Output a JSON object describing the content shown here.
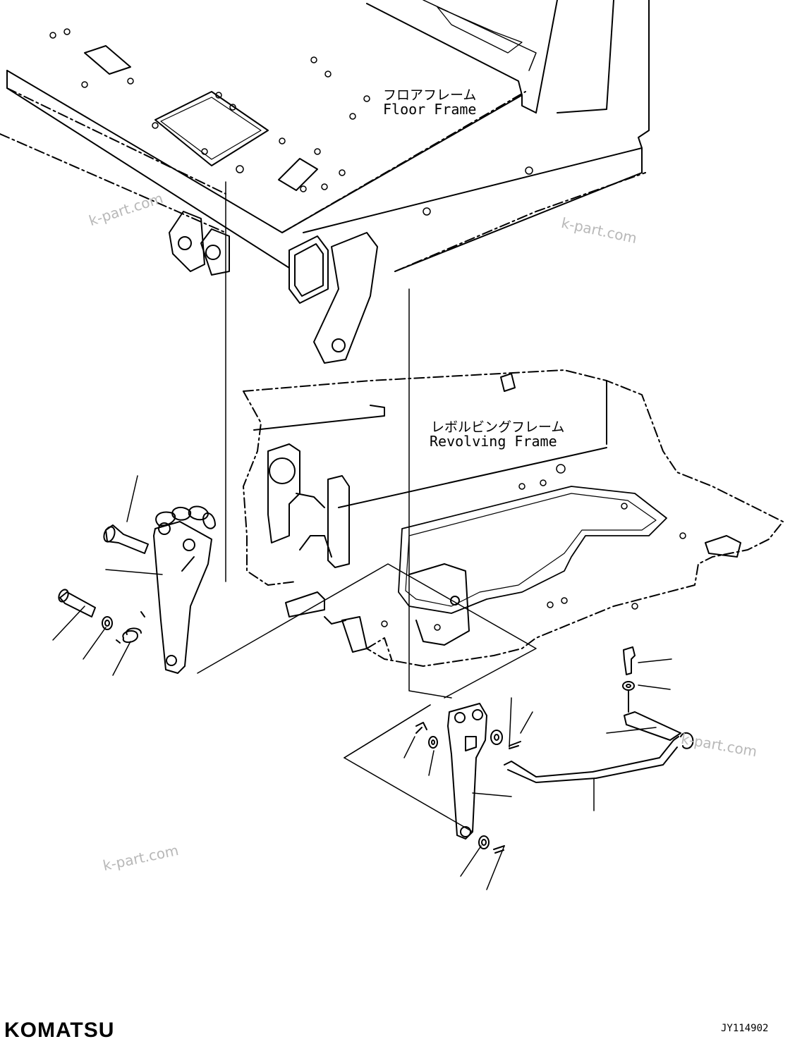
{
  "labels": {
    "floor_frame_jp": "フロアフレーム",
    "floor_frame_en": "Floor Frame",
    "revolving_frame_jp": "レボルビングフレーム",
    "revolving_frame_en": "Revolving Frame"
  },
  "watermarks": [
    "k-part.com",
    "k-part.com",
    "k-part.com",
    "k-part.com"
  ],
  "brand": "KOMATSU",
  "drawing_code": "JY114902"
}
